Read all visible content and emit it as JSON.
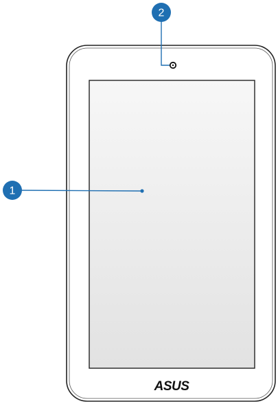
{
  "device": {
    "brand_logo": "ASUS",
    "camera_icon": "camera-lens-icon"
  },
  "callouts": [
    {
      "number": "1",
      "target": "touch-screen-display"
    },
    {
      "number": "2",
      "target": "front-camera"
    }
  ],
  "colors": {
    "callout_fill": "#1f6fb2",
    "leader_line": "#1f6fb2",
    "bezel_stroke": "#222222",
    "screen_fill_top": "#f7f7f7",
    "screen_fill_bottom": "#e2e2e2"
  }
}
